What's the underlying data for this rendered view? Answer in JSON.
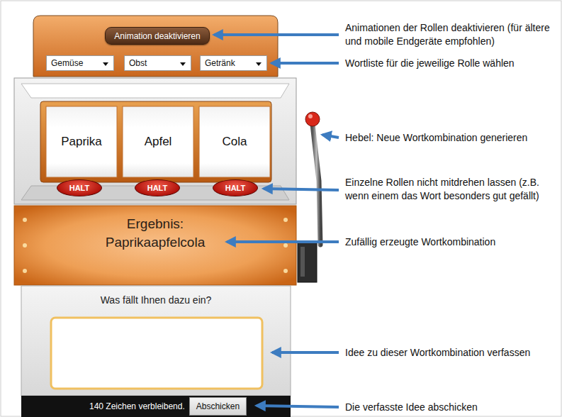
{
  "diagram": {
    "nodes": [
      {
        "text": [
          "Animation deaktivieren"
        ]
      },
      {
        "text": [
          "Gemüse"
        ]
      },
      {
        "text": [
          "Obst"
        ]
      },
      {
        "text": [
          "Getränk"
        ]
      },
      {
        "text": [
          "Paprika"
        ]
      },
      {
        "text": [
          "Apfel"
        ]
      },
      {
        "text": [
          "Cola"
        ]
      },
      {
        "text": [
          "HALT"
        ]
      },
      {
        "text": [
          "HALT"
        ]
      },
      {
        "text": [
          "HALT"
        ]
      },
      {
        "text": [
          "Ergebnis:",
          "Paprikaapfelcola"
        ]
      },
      {
        "text": [
          "Was fällt Ihnen dazu ein?"
        ]
      },
      {
        "text": [
          "140 Zeichen verbleibend."
        ]
      },
      {
        "text": [
          "Abschicken"
        ],
        "in": 12
      }
    ],
    "labels": [
      "Animationen der Rollen deaktivieren (für ältere und mobile Endgeräte empfohlen)",
      "Wortliste für die jeweilige Rolle wählen",
      "Hebel: Neue Wortkombination generieren",
      "Einzelne Rollen nicht mitdrehen lassen (z.B. wenn einem das Wort besonders gut gefällt)",
      "Zufällig erzeugte Wortkombination",
      "Idee zu dieser Wortkombination verfassen",
      "Die verfasste Idee abschicken"
    ]
  }
}
